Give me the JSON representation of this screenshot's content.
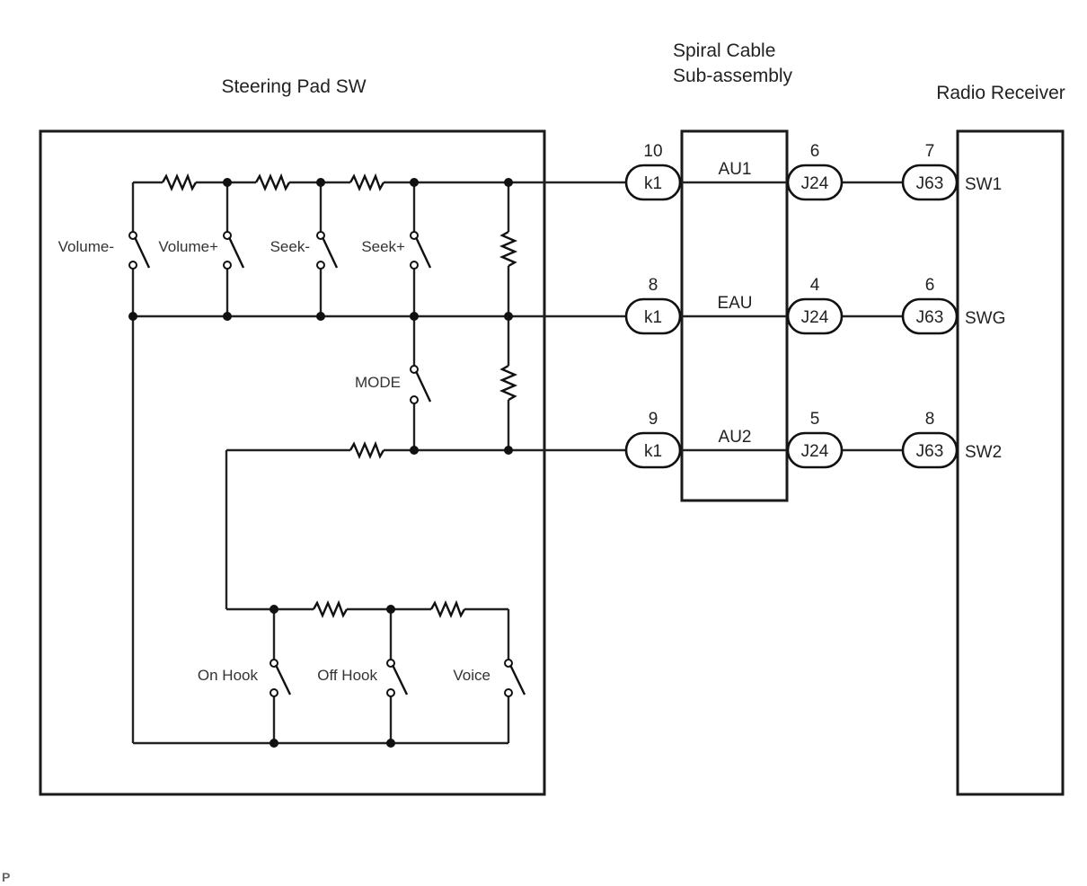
{
  "components": {
    "steering_pad": {
      "title": "Steering Pad SW"
    },
    "spiral_cable": {
      "title_line1": "Spiral Cable",
      "title_line2": "Sub-assembly"
    },
    "radio_receiver": {
      "title": "Radio Receiver"
    }
  },
  "switches": {
    "volume_minus": "Volume-",
    "volume_plus": "Volume+",
    "seek_minus": "Seek-",
    "seek_plus": "Seek+",
    "mode": "MODE",
    "on_hook": "On Hook",
    "off_hook": "Off Hook",
    "voice": "Voice"
  },
  "circuits": [
    {
      "wire": "AU1",
      "steering_connector": "k1",
      "steering_pin": "10",
      "spiral_connector": "J24",
      "spiral_pin": "6",
      "radio_connector": "J63",
      "radio_pin": "7",
      "radio_terminal": "SW1"
    },
    {
      "wire": "EAU",
      "steering_connector": "k1",
      "steering_pin": "8",
      "spiral_connector": "J24",
      "spiral_pin": "4",
      "radio_connector": "J63",
      "radio_pin": "6",
      "radio_terminal": "SWG"
    },
    {
      "wire": "AU2",
      "steering_connector": "k1",
      "steering_pin": "9",
      "spiral_connector": "J24",
      "spiral_pin": "5",
      "radio_connector": "J63",
      "radio_pin": "8",
      "radio_terminal": "SW2"
    }
  ],
  "footer_mark": "P"
}
